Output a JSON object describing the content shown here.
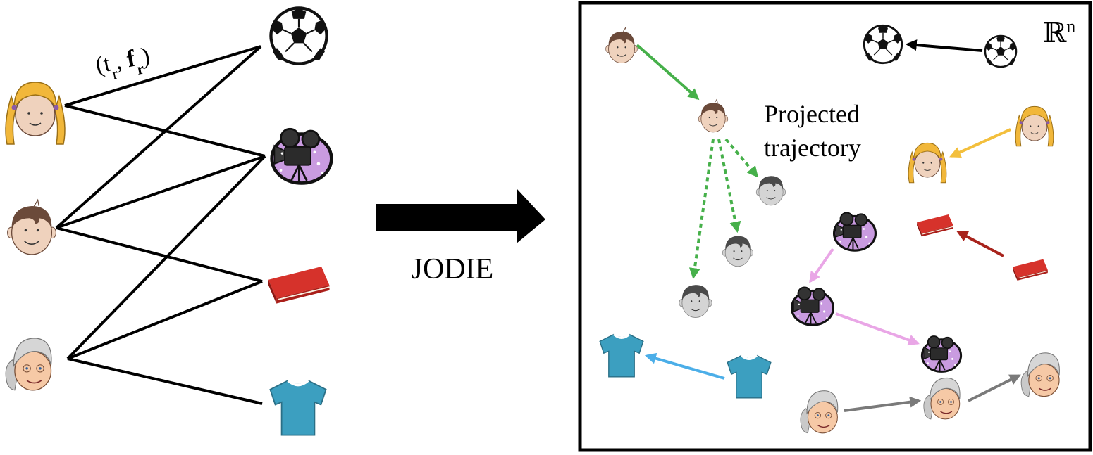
{
  "edge_label": {
    "open": "(t",
    "t_sub": "r",
    "comma": ", ",
    "f": "f",
    "f_sub": "r",
    "close": ")"
  },
  "method_label": "JODIE",
  "space_label": {
    "symbol": "ℝ",
    "exponent": "n"
  },
  "trajectory_label": {
    "line1": "Projected",
    "line2": "trajectory"
  },
  "colors": {
    "edge": "#000000",
    "green": "#46b04a",
    "yellow": "#f3bf3c",
    "red": "#a8231c",
    "pink": "#e9a6e6",
    "blue": "#4baee8",
    "gray": "#7a7a7a",
    "ball_arrow": "#000000"
  },
  "users": [
    {
      "id": "girl",
      "icon": "girl-face-icon"
    },
    {
      "id": "boy",
      "icon": "boy-face-icon"
    },
    {
      "id": "grandma",
      "icon": "grandma-face-icon"
    }
  ],
  "items": [
    {
      "id": "ball",
      "icon": "soccer-ball-icon"
    },
    {
      "id": "camera",
      "icon": "movie-camera-icon"
    },
    {
      "id": "book",
      "icon": "book-icon"
    },
    {
      "id": "shirt",
      "icon": "tshirt-icon"
    }
  ],
  "interactions": [
    [
      "girl",
      "ball"
    ],
    [
      "girl",
      "camera"
    ],
    [
      "boy",
      "ball"
    ],
    [
      "boy",
      "camera"
    ],
    [
      "boy",
      "book"
    ],
    [
      "grandma",
      "camera"
    ],
    [
      "grandma",
      "book"
    ],
    [
      "grandma",
      "shirt"
    ]
  ]
}
